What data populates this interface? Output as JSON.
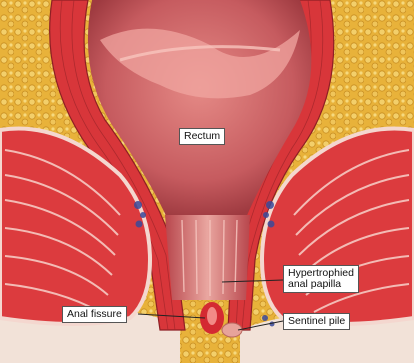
{
  "labels": {
    "rectum": "Rectum",
    "papilla_line1": "Hypertrophied",
    "papilla_line2": "anal papilla",
    "fissure": "Anal fissure",
    "pile": "Sentinel pile"
  },
  "colors": {
    "fat": "#e8b23a",
    "muscle": "#d8363a",
    "lining": "#e8a49a",
    "lumen": "#c25a5e",
    "vein": "#3a4a9a"
  }
}
